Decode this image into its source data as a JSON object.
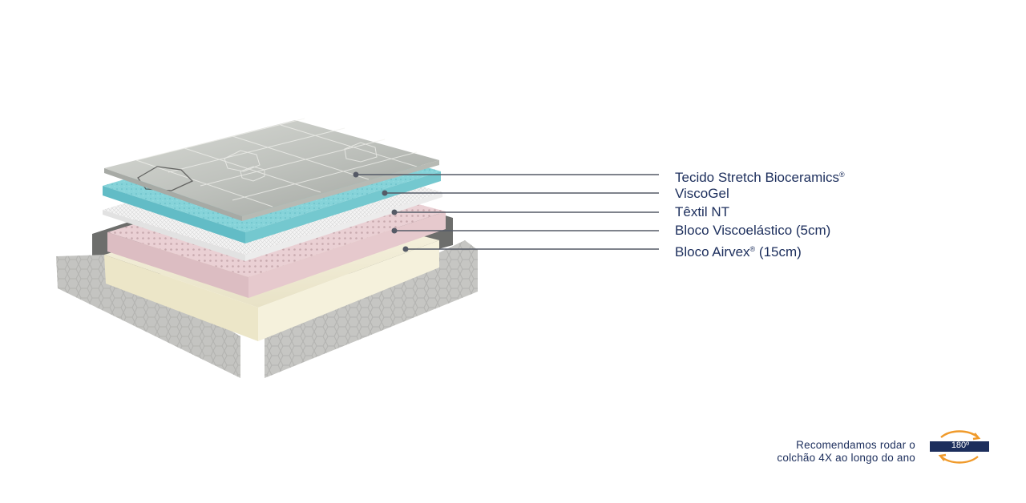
{
  "layers": [
    {
      "label": "Tecido Stretch Bioceramics",
      "mark": "®"
    },
    {
      "label": "ViscoGel",
      "mark": ""
    },
    {
      "label": "Têxtil NT",
      "mark": ""
    },
    {
      "label": "Bloco Viscoelástico (5cm)",
      "mark": ""
    },
    {
      "label": "Bloco Airvex",
      "mark": "®",
      "suffix": " (15cm)"
    }
  ],
  "recommendation": {
    "line1": "Recomendamos rodar o",
    "line2": "colchão 4X ao longo do ano"
  },
  "rotate_badge": {
    "text": "180º"
  },
  "colors": {
    "navy": "#1c2e5c",
    "arrow_orange": "#f09a2a",
    "leader_line": "#555a66",
    "fabric_grey": "#c9c9c6",
    "viscogel_teal": "#7ccfd6",
    "visco_pink": "#e8ccd0",
    "airvex_cream": "#f3efd9"
  }
}
